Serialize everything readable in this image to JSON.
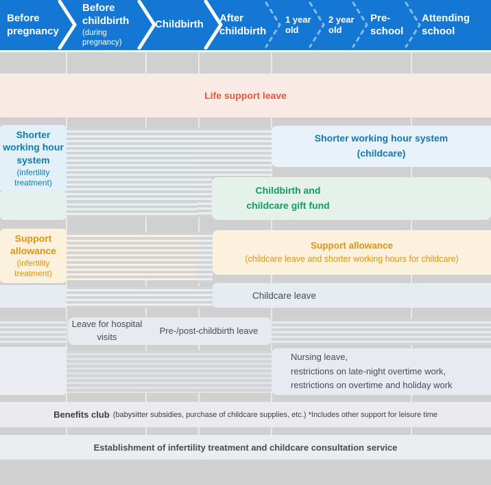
{
  "colors": {
    "header_bg": "#1377D3",
    "page_bg": "#D0D0D0",
    "pink_bg": "#FAEAE6",
    "red_text": "#E2573B",
    "teal_box_bg": "#E3F0F7",
    "teal_text": "#0F7CAC",
    "blue_box_bg": "#E7F2FA",
    "blue_text": "#1178B0",
    "green_box_bg": "#E5F1EB",
    "green_text": "#0CA05D",
    "cream_box_bg": "#FCF1DC",
    "orange_text": "#E0930F",
    "bluegray_box_bg": "#E7ECF2",
    "gray_box_bg": "#E8EAEF",
    "nursing_box_bg": "#E7EBF1",
    "row_bg": "#E9EBF0",
    "row2_bg": "#EAEDF2",
    "dark_text": "#4A4A4F",
    "darker_text": "#3C3C41",
    "stripe_bar": "#D1D5D7"
  },
  "timeline": {
    "stages": [
      {
        "label": "Before pregnancy",
        "sub": ""
      },
      {
        "label": "Before childbirth",
        "sub": "(during pregnancy)"
      },
      {
        "label": "Childbirth",
        "sub": ""
      },
      {
        "label": "After childbirth",
        "sub": ""
      },
      {
        "label": "1 year old",
        "sub": ""
      },
      {
        "label": "2 year old",
        "sub": ""
      },
      {
        "label": "Pre-school",
        "sub": ""
      },
      {
        "label": "Attending school",
        "sub": ""
      }
    ]
  },
  "benefits": {
    "life_support_leave": "Life support leave",
    "shorter_hours_infertility": {
      "title": "Shorter working hour system",
      "sub": "(infertility treatment)"
    },
    "shorter_hours_childcare": {
      "line1": "Shorter working hour system",
      "line2": "(childcare)"
    },
    "gift_fund": {
      "line1": "Childbirth and",
      "line2": "childcare gift fund"
    },
    "support_allowance_infertility": {
      "title": "Support allowance",
      "sub": "(infertility treatment)"
    },
    "support_allowance_childcare": {
      "line1": "Support allowance",
      "line2": "(childcare leave and shorter working hours for childcare)"
    },
    "childcare_leave": "Childcare leave",
    "hospital_visits": "Leave for hospital visits",
    "pre_post_childbirth": "Pre-/post-childbirth leave",
    "nursing": {
      "line1": "Nursing leave,",
      "line2": "restrictions on late-night overtime work,",
      "line3": "restrictions on overtime and holiday work"
    },
    "benefits_club": {
      "bold": "Benefits club",
      "rest": "(babysitter subsidies, purchase of childcare supplies, etc.) *Includes other support for leisure time"
    },
    "consultation": "Establishment of infertility treatment and childcare consultation service"
  }
}
